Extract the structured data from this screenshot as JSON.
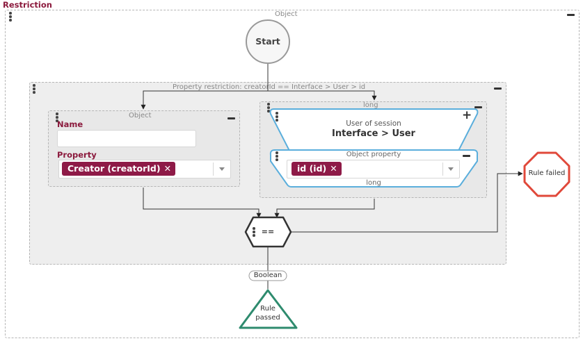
{
  "restriction": {
    "title": "Restriction"
  },
  "object_frame": {
    "label": "Object"
  },
  "start_node": {
    "label": "Start"
  },
  "property_restriction": {
    "label": "Property restriction: creatorId == Interface > User > id"
  },
  "object_panel": {
    "label": "Object",
    "name_label": "Name",
    "name_value": "",
    "property_label": "Property",
    "property_chip": "Creator (creatorId)",
    "chip_remove": "✕"
  },
  "long_panel": {
    "label": "long",
    "session_box": {
      "title": "User of session",
      "value": "Interface > User"
    },
    "object_property": {
      "label": "Object property",
      "chip": "id (id)",
      "chip_remove": "✕",
      "type": "long"
    }
  },
  "comparator": {
    "label": "=="
  },
  "boolean_badge": {
    "label": "Boolean"
  },
  "rule_passed": {
    "line1": "Rule",
    "line2": "passed"
  },
  "rule_failed": {
    "label": "Rule failed"
  },
  "colors": {
    "brand": "#8e1a47",
    "title": "#8b1a3d",
    "passed": "#2e8b6e",
    "failed": "#e0483a",
    "session_border": "#5aaedc"
  }
}
